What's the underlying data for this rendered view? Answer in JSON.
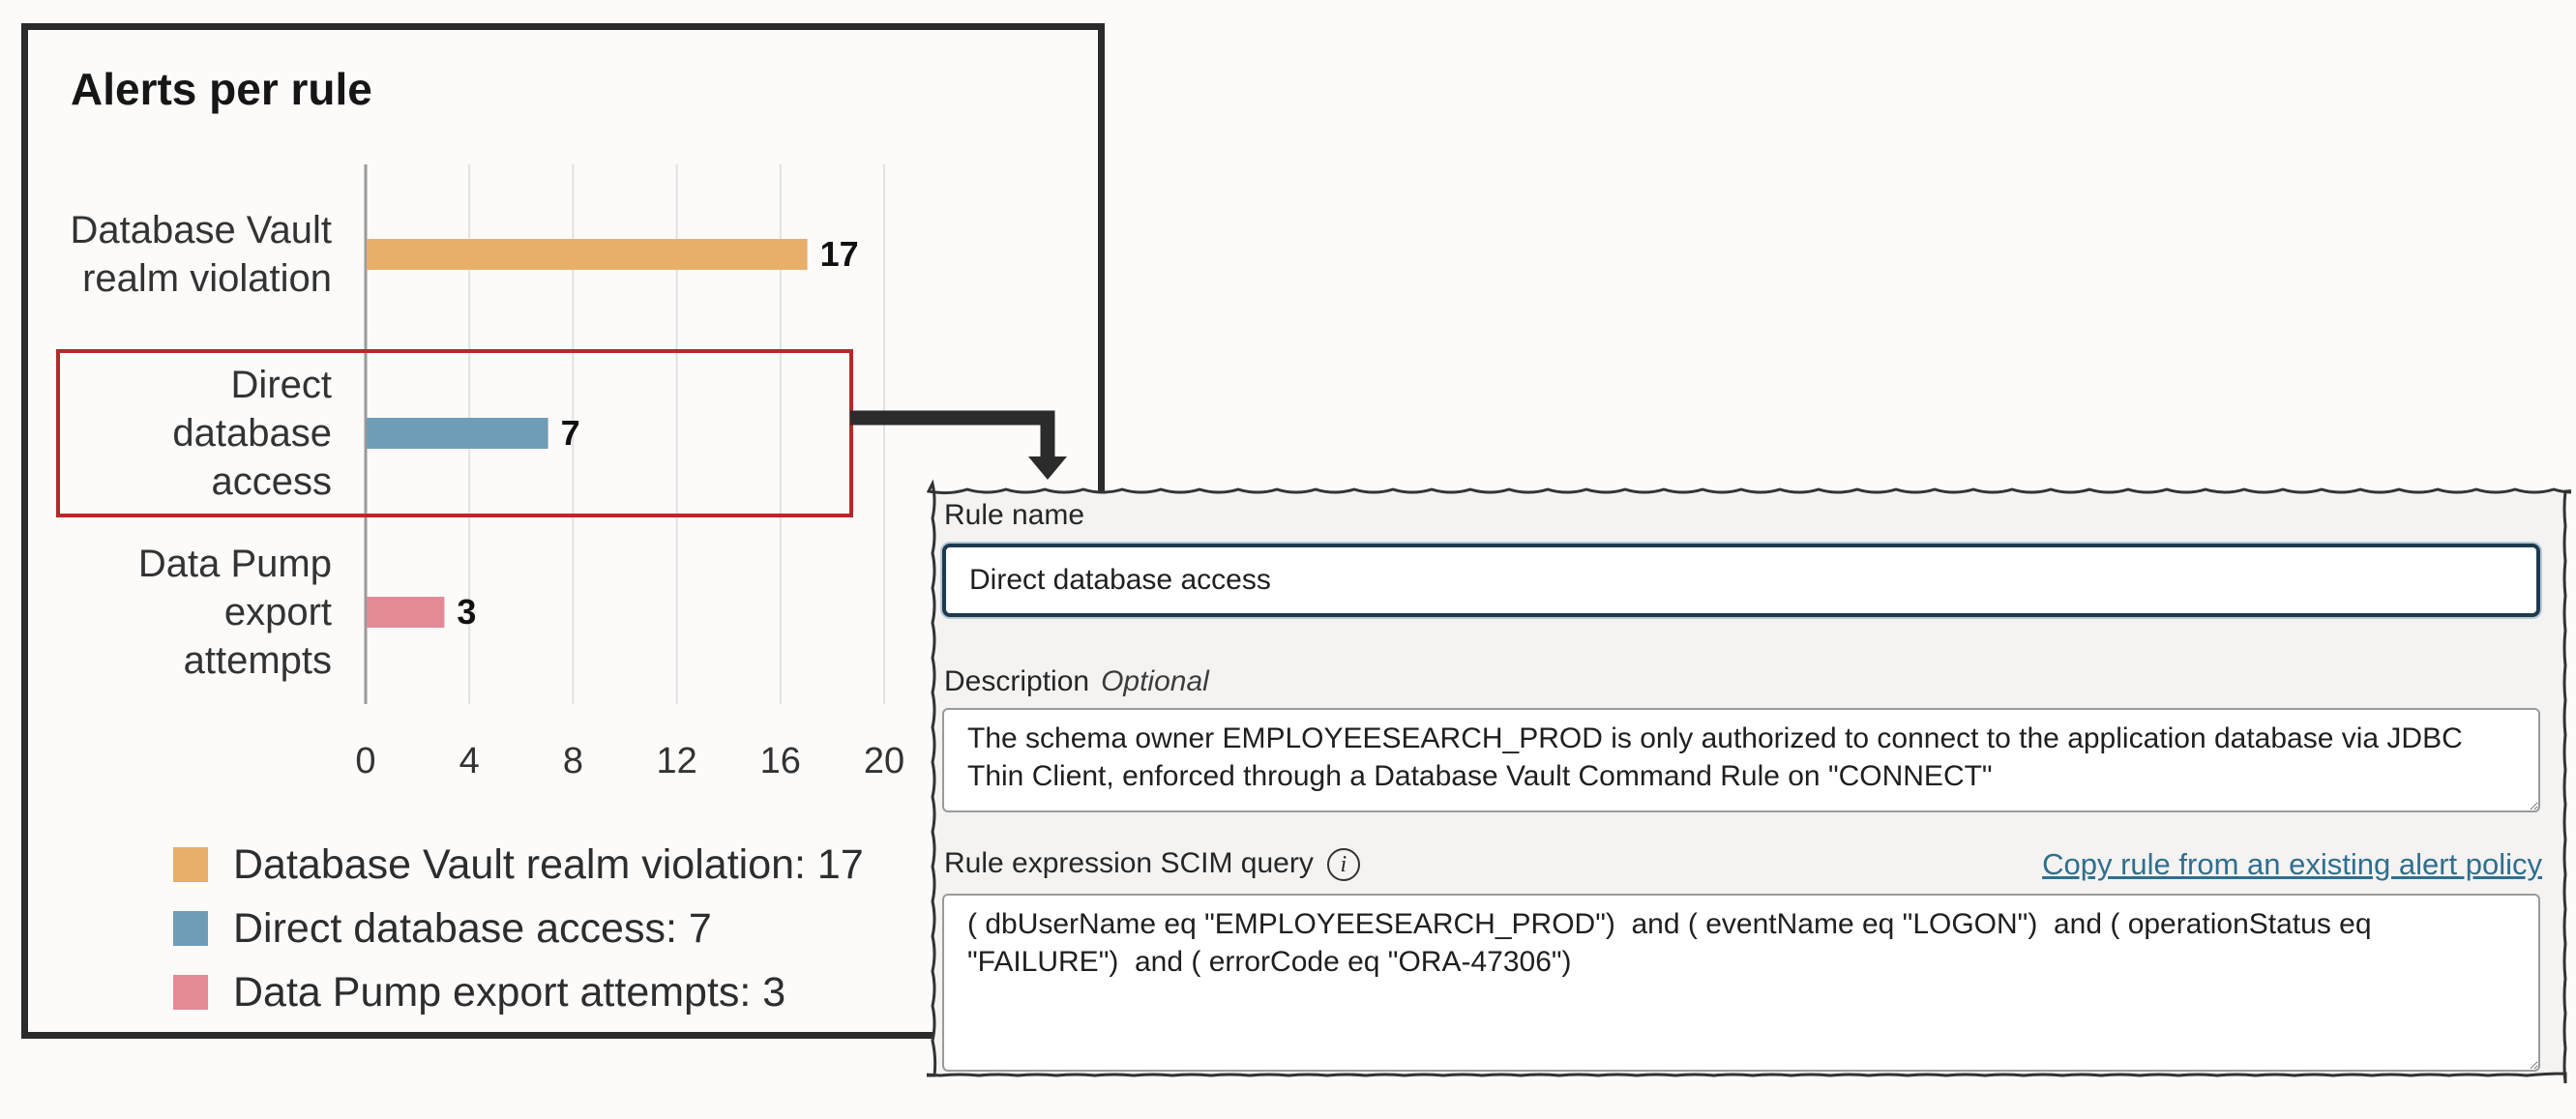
{
  "chart_data": {
    "type": "bar",
    "title": "Alerts per rule",
    "categories": [
      "Database Vault realm violation",
      "Direct database access",
      "Data Pump export attempts"
    ],
    "category_label_lines": [
      [
        "Database Vault",
        "realm violation"
      ],
      [
        "Direct",
        "database",
        "access"
      ],
      [
        "Data Pump",
        "export",
        "attempts"
      ]
    ],
    "values": [
      17,
      7,
      3
    ],
    "data_labels": [
      "17",
      "7",
      "3"
    ],
    "colors": [
      "#e8af6a",
      "#6f9db8",
      "#e48a96"
    ],
    "xlim": [
      0,
      24
    ],
    "xticks": [
      "0",
      "4",
      "8",
      "12",
      "16",
      "20"
    ],
    "xlabel": "",
    "ylabel": "",
    "grid": true,
    "highlighted_category": "Direct database access",
    "highlight_color": "#b42a2a",
    "legend": [
      {
        "label": "Database Vault realm violation: 17",
        "color": "#e8af6a"
      },
      {
        "label": "Direct database access: 7",
        "color": "#6f9db8"
      },
      {
        "label": "Data Pump export attempts: 3",
        "color": "#e48a96"
      }
    ]
  },
  "form": {
    "rule_name_label": "Rule name",
    "rule_name_value": "Direct database access",
    "description_label": "Description",
    "description_optional": "Optional",
    "description_value": "The schema owner EMPLOYEESEARCH_PROD is only authorized to connect to the application database via JDBC Thin Client, enforced through a Database Vault Command Rule on \"CONNECT\"",
    "expression_label": "Rule expression SCIM query",
    "info_icon": "info-icon",
    "info_glyph": "i",
    "copy_link": "Copy rule from an existing alert policy",
    "expression_value": "( dbUserName eq \"EMPLOYEESEARCH_PROD\")  and ( eventName eq \"LOGON\")  and ( operationStatus eq \"FAILURE\")  and ( errorCode eq \"ORA-47306\")"
  }
}
